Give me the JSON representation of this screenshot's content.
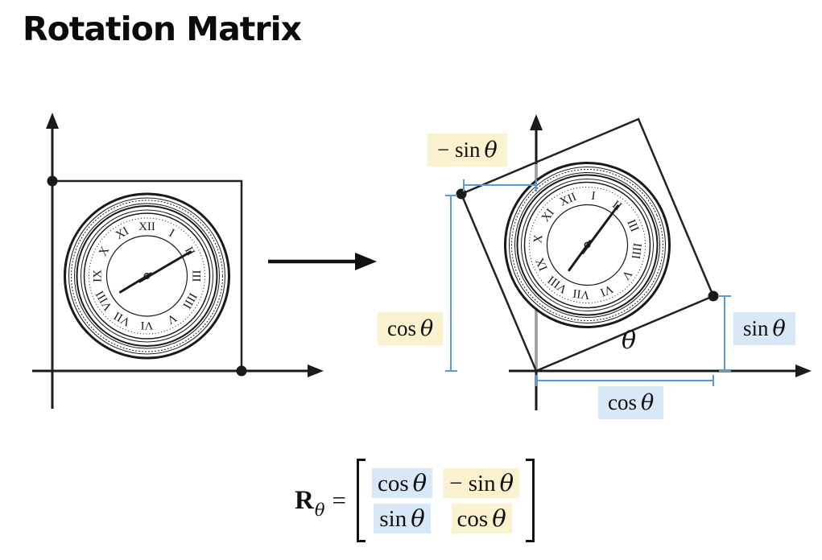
{
  "title": "Rotation Matrix",
  "colors": {
    "yellow_highlight": "#faf2cf",
    "blue_highlight": "#d9e8f7",
    "measure_line": "#5b9bd5",
    "ink": "#1a1a1a",
    "axis_gray": "#9c9c9c"
  },
  "clock": {
    "numerals": [
      "XII",
      "I",
      "II",
      "III",
      "IIII",
      "V",
      "VI",
      "VII",
      "VIII",
      "IX",
      "X",
      "XI"
    ]
  },
  "diagram_labels": {
    "neg_sin": {
      "fn": "− sin",
      "var": "θ"
    },
    "cos_left": {
      "fn": "cos",
      "var": "θ"
    },
    "sin_right": {
      "fn": "sin",
      "var": "θ"
    },
    "cos_bottom": {
      "fn": "cos",
      "var": "θ"
    },
    "theta": "θ"
  },
  "equation": {
    "symbol": "R",
    "subscript": "θ",
    "equals": "=",
    "matrix": {
      "r1c1": {
        "fn": "cos",
        "var": "θ"
      },
      "r1c2": {
        "fn": "− sin",
        "var": "θ"
      },
      "r2c1": {
        "fn": "sin",
        "var": "θ"
      },
      "r2c2": {
        "fn": "cos",
        "var": "θ"
      }
    }
  }
}
